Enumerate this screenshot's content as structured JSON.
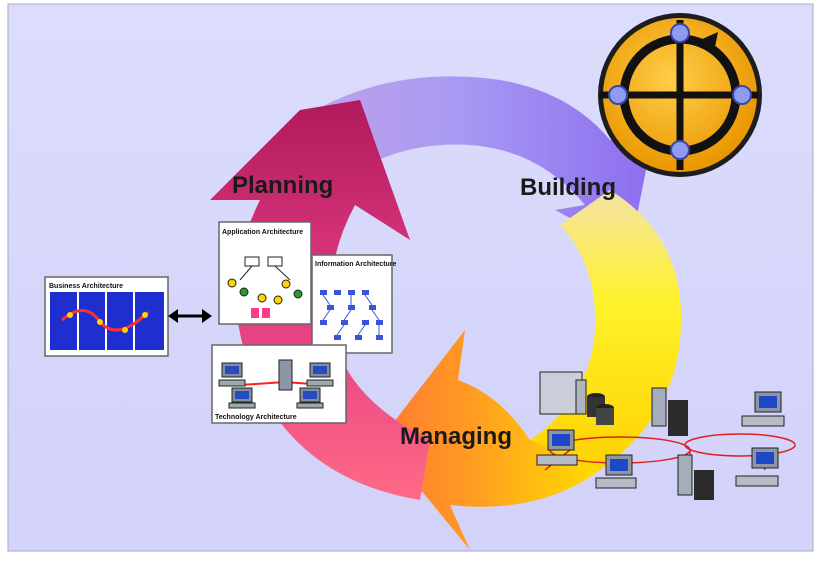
{
  "diagram": {
    "phases": {
      "planning": "Planning",
      "building": "Building",
      "managing": "Managing"
    },
    "artifacts": {
      "business": "Business Architecture",
      "application": "Application Architecture",
      "information": "Information Architecture",
      "technology": "Technology Architecture"
    },
    "colors": {
      "background": "#d6d6fb",
      "planning_arrow": "#c21f6f",
      "building_arrow": "#9a7cf0",
      "managing_arrow": "#ffc02a",
      "ring_yellow": "#fff000",
      "compass": "#f6b21a"
    },
    "icons": [
      "compass-icon",
      "double-arrow-icon",
      "server-icon",
      "workstation-icon"
    ]
  }
}
